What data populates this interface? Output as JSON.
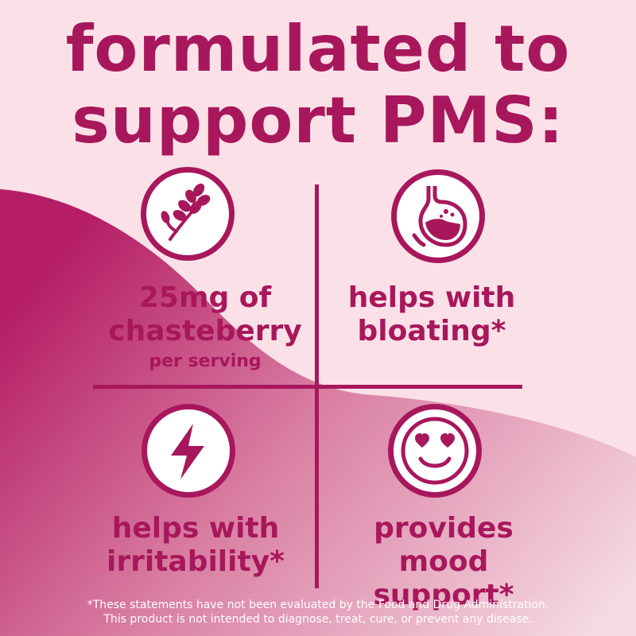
{
  "title": {
    "line1": "formulated to",
    "line2": "support PMS:"
  },
  "features": [
    {
      "icon": "lavender-sprig-icon",
      "lines": [
        "25mg of",
        "chasteberry"
      ],
      "sub": "per serving"
    },
    {
      "icon": "stomach-icon",
      "lines": [
        "helps with",
        "bloating*"
      ]
    },
    {
      "icon": "lightning-bolt-icon",
      "lines": [
        "helps with",
        "irritability*"
      ]
    },
    {
      "icon": "heart-eyes-smiley-icon",
      "lines": [
        "provides mood",
        "support*"
      ]
    }
  ],
  "disclaimer": {
    "line1": "*These statements have not been evaluated by the Food and Drug Administration.",
    "line2": "This product is not intended to diagnose, treat, cure, or prevent any disease."
  },
  "colors": {
    "background": "#fbe1e7",
    "brand": "#a8175c",
    "wave_dark": "#b51e66",
    "wave_light": "#f4d1dc"
  }
}
